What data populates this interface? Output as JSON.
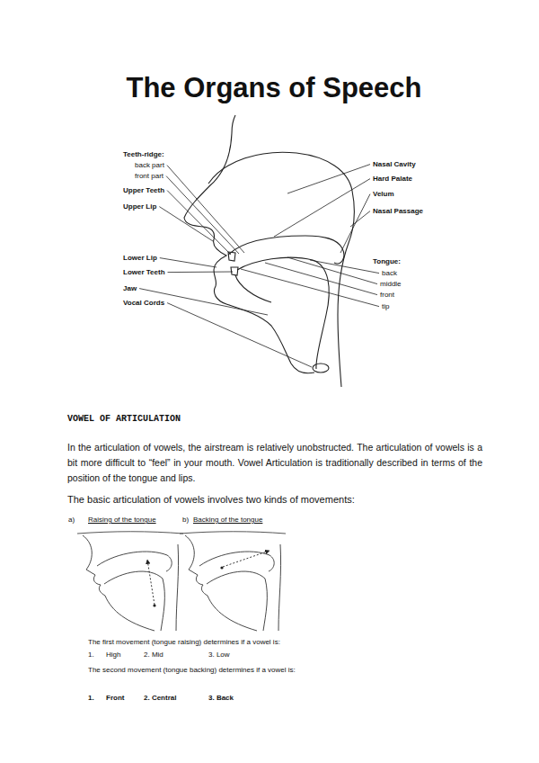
{
  "diagram": {
    "title": "The Organs of Speech",
    "labels": [
      "Teeth-ridge:",
      "back part",
      "front part",
      "Upper Teeth",
      "Upper Lip",
      "Lower Lip",
      "Lower Teeth",
      "Jaw",
      "Vocal Cords",
      "Nasal Cavity",
      "Hard Palate",
      "Velum",
      "Nasal Passage",
      "Tongue:",
      "back",
      "middle",
      "front",
      "tip",
      "VOWEL OF ARTICULATION",
      "In the articulation of vowels, the airstream is relatively unobstructed. The articulation of vowels is a bit more difficult to “feel” in your mouth. Vowel Articulation is traditionally described in terms of the position of the  tongue and lips.",
      "The basic articulation of vowels involves two kinds of movements:",
      "a)",
      "Raising of the tongue",
      "b)",
      "Backing of the tongue",
      "The first movement (tongue raising) determines if a vowel is:",
      "1.",
      "High",
      "2. Mid",
      "3. Low",
      "The second movement (tongue backing) determines if a vowel is:",
      "1.",
      "Front",
      "2. Central",
      "3. Back"
    ]
  }
}
